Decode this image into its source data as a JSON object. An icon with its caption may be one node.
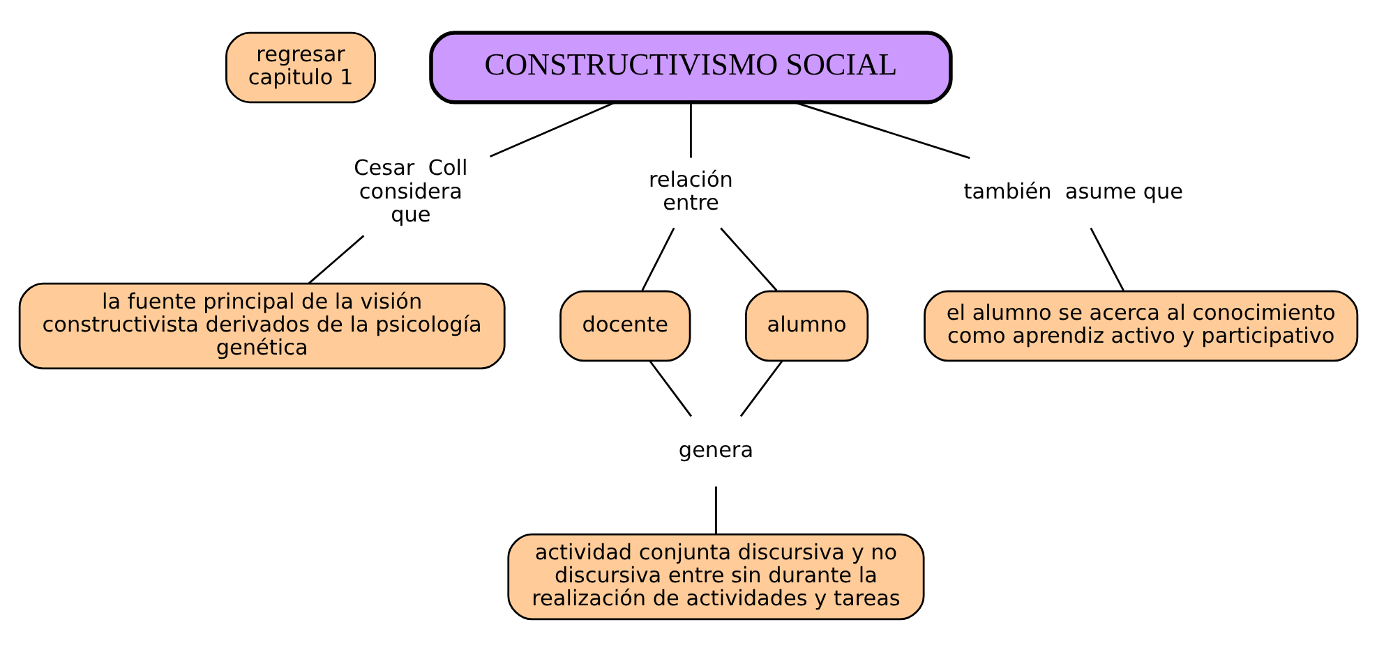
{
  "diagram": {
    "nodes": [
      {
        "text": [
          "regresar capitulo 1"
        ]
      },
      {
        "text": [
          "CONSTRUCTIVISMO SOCIAL"
        ]
      },
      {
        "text": [
          "Cesar  Coll considera que"
        ]
      },
      {
        "text": [
          "relación entre"
        ]
      },
      {
        "text": [
          "también  asume que"
        ]
      },
      {
        "text": [
          "la fuente principal de la visión constructivista derivados de la psicología genética"
        ]
      },
      {
        "text": [
          "el alumno se acerca al conocimiento como aprendiz activo y participativo"
        ]
      },
      {
        "text": [
          "docente"
        ]
      },
      {
        "text": [
          "alumno"
        ]
      },
      {
        "text": [
          "genera"
        ]
      },
      {
        "text": [
          "actividad conjunta discursiva y no discursiva entre sin durante la realización de actividades y tareas"
        ]
      }
    ],
    "edges": [
      {
        "from": 1,
        "to": 2,
        "arrow": "none"
      },
      {
        "from": 2,
        "to": 5,
        "arrow": "none"
      },
      {
        "from": 1,
        "to": 3,
        "arrow": "none"
      },
      {
        "from": 3,
        "to": 7,
        "arrow": "none"
      },
      {
        "from": 3,
        "to": 8,
        "arrow": "none"
      },
      {
        "from": 1,
        "to": 4,
        "arrow": "none"
      },
      {
        "from": 4,
        "to": 6,
        "arrow": "none"
      },
      {
        "from": 7,
        "to": 9,
        "arrow": "none"
      },
      {
        "from": 8,
        "to": 9,
        "arrow": "none"
      },
      {
        "from": 9,
        "to": 10,
        "arrow": "none"
      }
    ]
  }
}
